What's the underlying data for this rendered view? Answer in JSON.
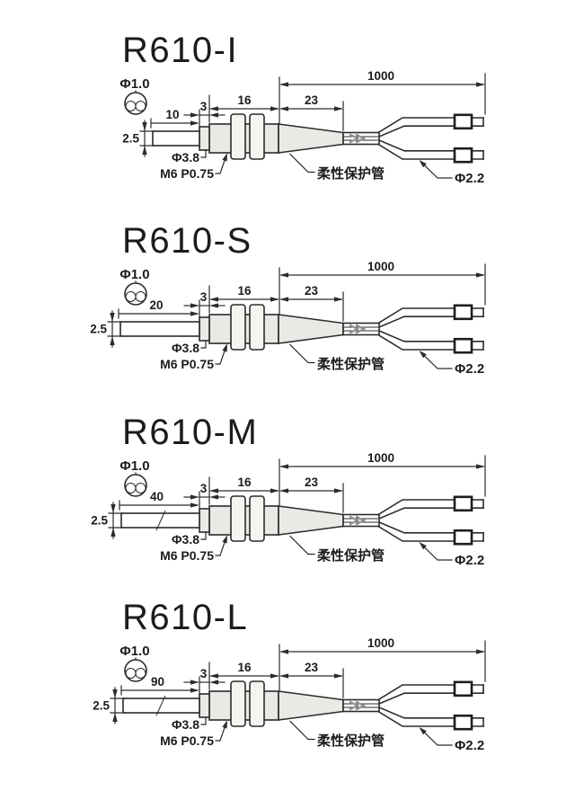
{
  "figure": {
    "description_labels": {
      "fiber_tip_diameter": "Φ1.0",
      "tip_height": "2.5",
      "collar_length": "3",
      "body_length": "16",
      "tube_length": "23",
      "cable_length": "1000",
      "thread_diameter": "Φ3.8",
      "thread_spec": "M6 P0.75",
      "protective_tube_name": "柔性保护管",
      "branch_cable_diameter": "Φ2.2"
    },
    "colors": {
      "line": "#2b2b2b",
      "body_fill": "#e9e9e5",
      "nut_fill": "#f4f4f1",
      "background": "#ffffff"
    },
    "variants": [
      {
        "model": "R610-I",
        "tip_length": "10"
      },
      {
        "model": "R610-S",
        "tip_length": "20"
      },
      {
        "model": "R610-M",
        "tip_length": "40"
      },
      {
        "model": "R610-L",
        "tip_length": "90"
      }
    ]
  }
}
